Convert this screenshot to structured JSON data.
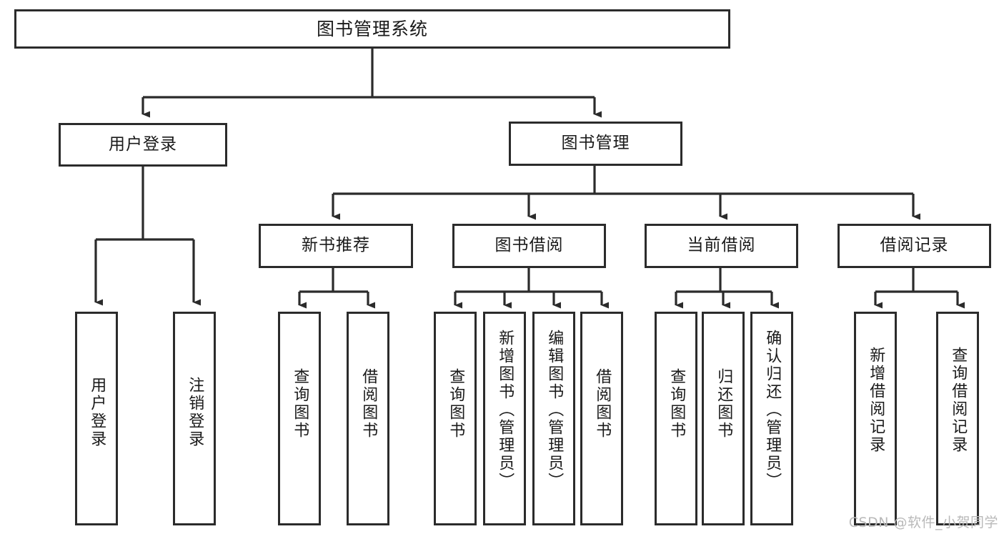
{
  "diagram": {
    "title": "图书管理系统",
    "type": "tree-hierarchy",
    "watermark": "CSDN @软件_小贺同学",
    "colors": {
      "stroke": "#2b2b2b",
      "fill": "#ffffff",
      "text": "#1a1a1a",
      "watermark": "#b9b9b9"
    },
    "root": {
      "label": "图书管理系统"
    },
    "level2": [
      {
        "id": "user-login",
        "label": "用户登录"
      },
      {
        "id": "book-manage",
        "label": "图书管理"
      }
    ],
    "level3": [
      {
        "id": "new-book-recommend",
        "label": "新书推荐",
        "parent": "book-manage"
      },
      {
        "id": "book-borrow",
        "label": "图书借阅",
        "parent": "book-manage"
      },
      {
        "id": "current-borrow",
        "label": "当前借阅",
        "parent": "book-manage"
      },
      {
        "id": "borrow-record",
        "label": "借阅记录",
        "parent": "book-manage"
      }
    ],
    "leaves": {
      "user-login": [
        {
          "id": "leaf-user-login",
          "label": "用户登录"
        },
        {
          "id": "leaf-logout-login",
          "label": "注销登录"
        }
      ],
      "new-book-recommend": [
        {
          "id": "leaf-query-book-1",
          "label": "查询图书"
        },
        {
          "id": "leaf-borrow-book-1",
          "label": "借阅图书"
        }
      ],
      "book-borrow": [
        {
          "id": "leaf-query-book-2",
          "label": "查询图书"
        },
        {
          "id": "leaf-add-book",
          "label": "新增图书（管理员）"
        },
        {
          "id": "leaf-edit-book",
          "label": "编辑图书（管理员）"
        },
        {
          "id": "leaf-borrow-book-2",
          "label": "借阅图书"
        }
      ],
      "current-borrow": [
        {
          "id": "leaf-query-book-3",
          "label": "查询图书"
        },
        {
          "id": "leaf-return-book",
          "label": "归还图书"
        },
        {
          "id": "leaf-confirm-return",
          "label": "确认归还（管理员）"
        }
      ],
      "borrow-record": [
        {
          "id": "leaf-add-record",
          "label": "新增借阅记录"
        },
        {
          "id": "leaf-query-record",
          "label": "查询借阅记录"
        }
      ]
    }
  }
}
